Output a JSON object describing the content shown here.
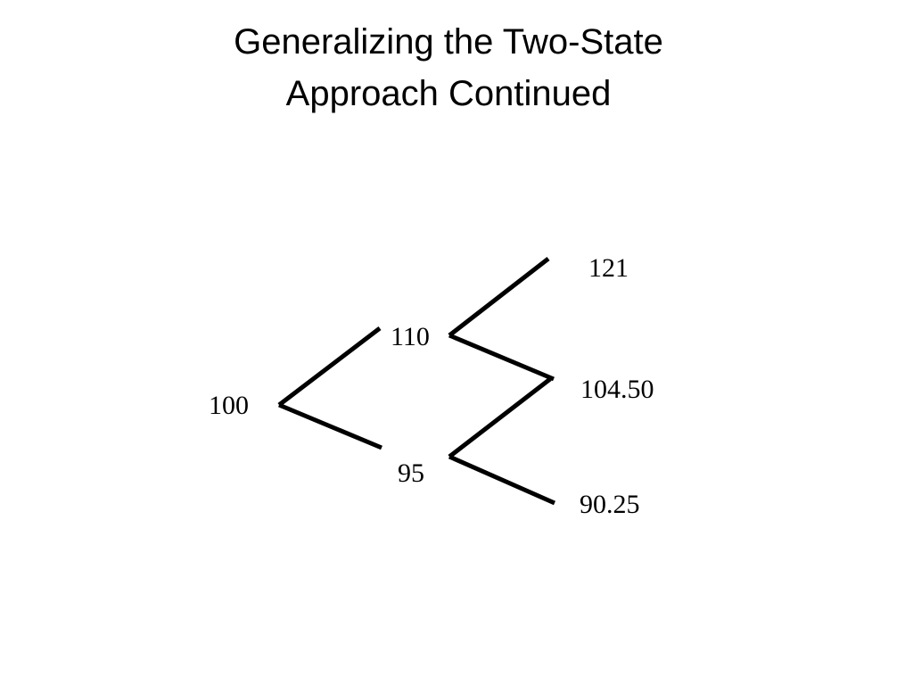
{
  "slide": {
    "title_lines": [
      "Generalizing the Two-State",
      "Approach Continued"
    ]
  },
  "tree": {
    "root": "100",
    "period1": {
      "up": "110",
      "down": "95"
    },
    "period2": {
      "up_up": "121",
      "up_down": "104.50",
      "down_down": "90.25"
    }
  }
}
